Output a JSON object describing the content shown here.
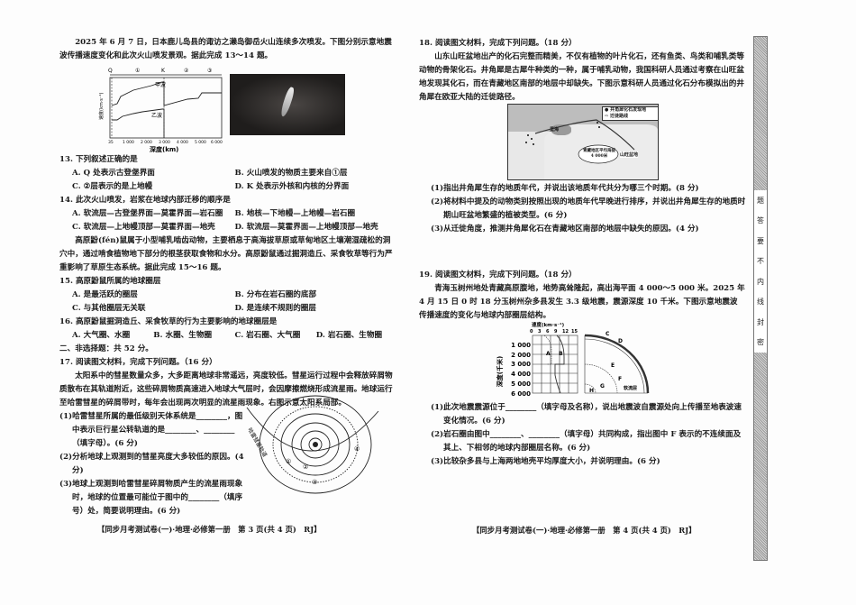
{
  "left": {
    "intro_13_14": "2025 年 6 月 7 日，日本鹿儿岛县的诹访之濑岛御岳火山连续多次喷发。下图分别示意地震波传播速度变化和此次火山喷发景观。据此完成 13～14 题。",
    "wave_chart": {
      "top_labels": [
        "Q",
        "①",
        "K",
        "②",
        "③"
      ],
      "ylabel": "速度(km·s⁻¹)",
      "xlabel": "深度(km)",
      "x_ticks": [
        "35",
        "1 000",
        "2 000",
        "3 000",
        "4 000",
        "5 000",
        "6 000"
      ],
      "series_labels": [
        "甲波",
        "乙波"
      ]
    },
    "q13": {
      "stem": "13. 下列叙述正确的是",
      "options": [
        "A. Q 处表示古登堡界面",
        "B. 火山喷发的物质主要来自①层",
        "C. ②层表示的是上地幔",
        "D. K 处表示外核和内核的分界面"
      ]
    },
    "q14": {
      "stem": "14. 此次火山喷发，岩浆在地球内部迁移的顺序是",
      "options": [
        "A. 软流层—古登堡界面—莫霍界面—岩石圈",
        "B. 地核—下地幔—上地幔—岩石圈",
        "C. 软流层—上地幔顶部—莫霍界面—地壳",
        "D. 软流层—莫霍界面—上地幔顶部—地壳"
      ]
    },
    "intro_15_16": "高原鼢(fén)鼠属于小型哺乳啮齿动物，主要栖息于高海拔草原或草甸地区土壤潮湿疏松的洞穴中，通过啃食植物地下部分的根茎获取食物和水分。高原鼢鼠通过掘洞造丘、采食牧草等行为严重影响了草原生态系统。据此完成 15～16 题。",
    "q15": {
      "stem": "15. 高原鼢鼠所属的地球圈层",
      "options": [
        "A. 是最活跃的圈层",
        "B. 分布在岩石圈的底部",
        "C. 与其他圈层无关联",
        "D. 是连续不规则的圈层"
      ]
    },
    "q16": {
      "stem": "16. 高原鼢鼠掘洞造丘、采食牧草的行为主要影响的地球圈层是",
      "options": [
        "A. 大气圈、水圈",
        "B. 水圈、生物圈",
        "C. 岩石圈、大气圈",
        "D. 岩石圈、生物圈"
      ]
    },
    "section2": "二、非选择题：共 52 分。",
    "q17": {
      "stem": "17. 阅读图文材料，完成下列问题。（16 分）",
      "material": "太阳系中的彗星数量众多，大多距离地球非常遥远，亮度较低。彗星运行过程中会释放碎屑物质散布在其轨道附近，这些碎屑物质高速进入地球大气层时，会因摩擦燃烧形成流星雨。地球运行至哈雷彗星的碎屑带时，每年会出现两次明显的流星雨现象。右图示意太阳系局部。",
      "sub": [
        "(1)哈雷彗星所属的最低级别天体系统是________，图中表示巨行星公转轨道的是________、________（填字母）。(6 分)",
        "(2)分析地球上观测到的彗星亮度大多较低的原因。(4 分)",
        "(3)地球上观测到哈雷彗星碎屑物质产生的流星雨现象时，地球的位置最可能位于图中的________（填序号）处，简要说明理由。(6 分)"
      ],
      "diagram_labels": {
        "comet": "哈雷彗星轨道",
        "positions": [
          "①",
          "②",
          "③",
          "④"
        ]
      }
    },
    "footer": "【同步月考测试卷(一)·地理·必修第一册　第 3 页(共 4 页)　RJ】"
  },
  "right": {
    "q18": {
      "stem": "18. 阅读图文材料，完成下列问题。（18 分）",
      "material": "山东山旺盆地出产的化石完整而精美，不仅有植物的叶片化石，还有鱼类、鸟类和哺乳类等动物的骨架化石。井角犀是古犀牛种类的一种，属于哺乳动物，我国科研人员通过考察在山旺盆地发现其化石，而在青藏地区南部的地层中却缺失。下图示意科研人员通过化石分布模拟出的井角犀在欧亚大陆的迁徙路径。",
      "map": {
        "legend": [
          "井角犀化石发现地",
          "迁徙路线"
        ],
        "labels": [
          "里海",
          "山旺盆地",
          "青藏地区平均海拔4 000米"
        ]
      },
      "sub": [
        "(1)指出井角犀生存的地质年代，并说出该地质年代共分为哪三个时期。(8 分)",
        "(2)将材料中提及的动物类别按照出现的地质年代早晚进行排序，并说出井角犀生存的地质时期山旺盆地繁盛的植被类型。(6 分)",
        "(3)从迁徙角度，推测井角犀化石在青藏地区南部的地层中缺失的原因。(4 分)"
      ]
    },
    "q19": {
      "stem": "19. 阅读图文材料，完成下列问题。（18 分）",
      "material": "青海玉树州地处青藏高原腹地，地势高耸隆起，高出海平面 4 000～5 000 米。2025 年 4 月 15 日 0 时 18 分玉树州杂多县发生 3.3 级地震，震源深度 10 千米。下图示意地震波传播速度的变化与地球内部圈层结构。",
      "diagram": {
        "speed_label": "速度(km·s⁻¹)",
        "speed_ticks": [
          "0",
          "3",
          "6",
          "9",
          "12",
          "15"
        ],
        "depth_label": "深度(千米)",
        "depth_ticks": [
          "1 000",
          "2 000",
          "3 000",
          "4 000",
          "5 000",
          "6 000"
        ],
        "wave_labels": [
          "A",
          "B"
        ],
        "layer_labels": [
          "C",
          "D",
          "E",
          "F",
          "G",
          "H",
          "软流层"
        ]
      },
      "sub": [
        "(1)此次地震震源位于________（填字母及名称），说出地震波自震源处向上传播至地表波速变化情况。(6 分)",
        "(2)岩石圈由图中________、________（填字母）共同构成，指出图中 F 表示的不连续面及其上、下相邻的地球内部圈层名称。(6 分)",
        "(3)比较杂多县与上海两地地壳平均厚度大小，并说明理由。(6 分)"
      ]
    },
    "footer": "【同步月考测试卷(一)·地理·必修第一册　第 4 页(共 4 页)　RJ】"
  },
  "seal_strip": [
    "题",
    "答",
    "要",
    "不",
    "内",
    "线",
    "封",
    "密"
  ]
}
